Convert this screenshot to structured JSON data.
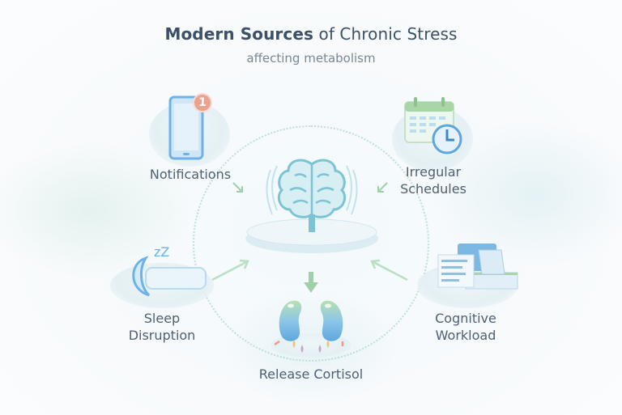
{
  "header": {
    "title_bold": "Modern Sources",
    "title_rest": "of Chronic Stress",
    "subtitle": "affecting metabolism"
  },
  "center": {
    "icon": "brain-icon",
    "label": ""
  },
  "nodes": [
    {
      "id": "notifications",
      "label_lines": [
        "Notifications"
      ],
      "icon": "smartphone-icon",
      "badge": "1"
    },
    {
      "id": "irregular-schedules",
      "label_lines": [
        "Irregular",
        "Schedules"
      ],
      "icon": "calendar-clock-icon"
    },
    {
      "id": "sleep-disruption",
      "label_lines": [
        "Sleep",
        "Disruption"
      ],
      "icon": "moon-sleep-icon",
      "glyph": "zZ"
    },
    {
      "id": "cognitive-workload",
      "label_lines": [
        "Cognitive",
        "Workload"
      ],
      "icon": "documents-stack-icon"
    },
    {
      "id": "release-cortisol",
      "label_lines": [
        "Release Cortisol"
      ],
      "icon": "adrenal-glands-icon"
    }
  ],
  "colors": {
    "title": "#3c5068",
    "subtitle": "#7a8795",
    "label": "#4f5f73",
    "brain": "#7cc3d3",
    "phone": "#6fb3e6",
    "badge": "#e8a48e",
    "calendar_top": "#a9d6a6",
    "clock": "#5ba7dd",
    "arrow": "#9fd0a9"
  }
}
